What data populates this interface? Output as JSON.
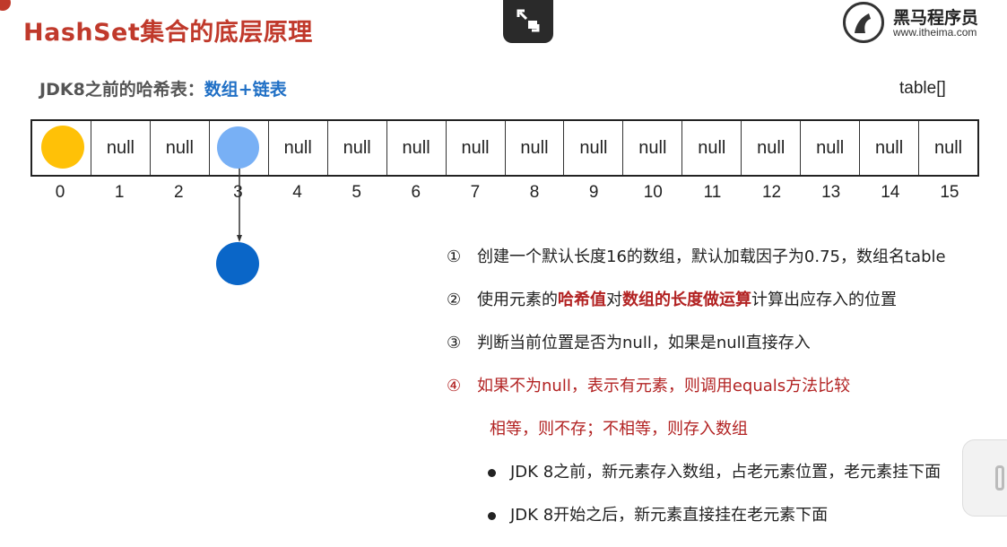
{
  "title": "HashSet集合的底层原理",
  "logo": {
    "name": "黑马程序员",
    "url": "www.itheima.com"
  },
  "subtitle": {
    "prefix": "JDK8之前的哈希表：",
    "highlight": "数组+链表"
  },
  "table_label": "table[]",
  "array": {
    "cells": [
      "",
      "null",
      "null",
      "",
      "null",
      "null",
      "null",
      "null",
      "null",
      "null",
      "null",
      "null",
      "null",
      "null",
      "null",
      "null"
    ],
    "indices": [
      "0",
      "1",
      "2",
      "3",
      "4",
      "5",
      "6",
      "7",
      "8",
      "9",
      "10",
      "11",
      "12",
      "13",
      "14",
      "15"
    ]
  },
  "steps": {
    "s1": {
      "num": "①",
      "text": "创建一个默认长度16的数组，默认加载因子为0.75，数组名table"
    },
    "s2": {
      "num": "②",
      "pre": "使用元素的",
      "red1": "哈希值",
      "mid": "对",
      "red2": "数组的长度做运算",
      "post": "计算出应存入的位置"
    },
    "s3": {
      "num": "③",
      "text": "判断当前位置是否为null，如果是null直接存入"
    },
    "s4": {
      "num": "④",
      "text": "如果不为null，表示有元素，则调用equals方法比较"
    },
    "s4_sub": "相等，则不存；不相等，则存入数组",
    "bullets": [
      "JDK 8之前，新元素存入数组，占老元素位置，老元素挂下面",
      "JDK 8开始之后，新元素直接挂在老元素下面"
    ]
  },
  "colors": {
    "accent_red": "#b22222",
    "accent_blue": "#1f6fc5",
    "yellow_ball": "#ffc107",
    "light_blue_ball": "#78b0f5",
    "dark_blue_ball": "#0a66c8"
  },
  "icons": {
    "float_button": "exit-fullscreen-icon",
    "logo": "horse-logo-icon"
  }
}
